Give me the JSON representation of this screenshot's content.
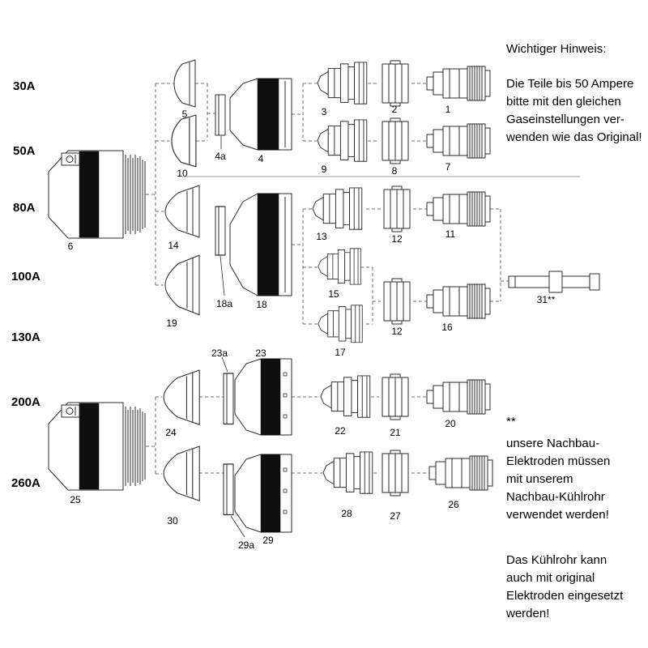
{
  "diagram": {
    "amperages": [
      "30A",
      "50A",
      "80A",
      "100A",
      "130A",
      "200A",
      "260A"
    ],
    "part_labels": [
      "5",
      "10",
      "4a",
      "4",
      "3",
      "2",
      "1",
      "9",
      "8",
      "7",
      "6",
      "14",
      "18a",
      "18",
      "13",
      "12",
      "11",
      "19",
      "15",
      "12",
      "16",
      "31**",
      "17",
      "23a",
      "23",
      "24",
      "22",
      "21",
      "20",
      "25",
      "30",
      "29a",
      "29",
      "28",
      "27",
      "26"
    ],
    "part_kinds": {
      "torch_bodies": [
        "6",
        "25"
      ],
      "swirl_rings": [
        "5",
        "10",
        "14",
        "19",
        "24",
        "30",
        "2",
        "8",
        "12",
        "21",
        "27"
      ],
      "retaining_caps": [
        "4a",
        "4",
        "18a",
        "18",
        "23a",
        "23",
        "29a",
        "29"
      ],
      "electrodes": [
        "3",
        "9",
        "13",
        "15",
        "17",
        "22",
        "28"
      ],
      "nozzles": [
        "1",
        "7",
        "11",
        "16",
        "20",
        "26"
      ],
      "cooling_tube": [
        "31**"
      ]
    }
  },
  "notes": {
    "heading": "Wichtiger Hinweis:",
    "body": "Die Teile bis 50 Ampere\nbitte mit den gleichen\nGaseinstellungen ver-\nwenden wie das Original!",
    "asterisk_marker": "**",
    "electrode_note": "unsere Nachbau-\nElektroden müssen\nmit unserem\nNachbau-Kühlrohr\nverwendet werden!",
    "cooling_note": "Das Kühlrohr kann\nauch mit original\nElektroden eingesetzt\nwerden!"
  },
  "colors": {
    "background": "#ffffff",
    "line": "#2b2b2b",
    "band": "#0f0f0f",
    "dashed": "#6e6e6e",
    "text": "#000000"
  }
}
